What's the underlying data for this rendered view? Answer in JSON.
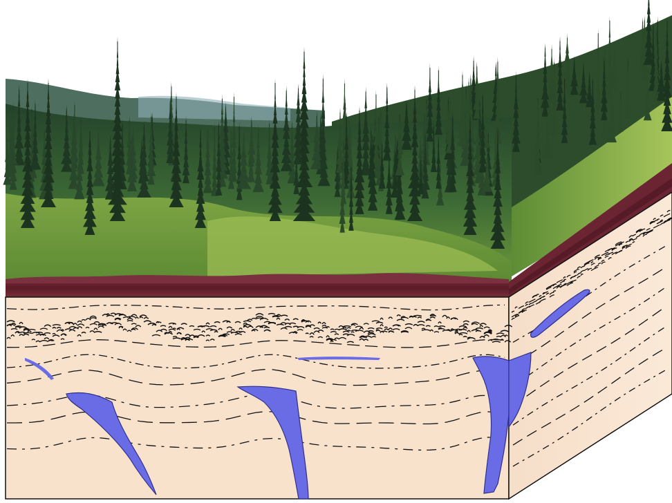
{
  "diagram": {
    "kind": "permafrost-ice-wedge-block-diagram",
    "labels": [],
    "colors": {
      "sky": "#ffffff",
      "far_hill": "#5e7e74",
      "forest_dark": "#1f3a26",
      "forest_mid": "#355d32",
      "grass_light": "#7fa23e",
      "grass_bright": "#a9c659",
      "organic_layer": "#6b2230",
      "organic_dark": "#4a1620",
      "soil": "#f8e2cc",
      "ice": "#6a6ce6",
      "ice_outline": "#2f2f8a",
      "ink": "#111111"
    },
    "ice_wedges": [
      {
        "name": "ice-wedge-left"
      },
      {
        "name": "ice-wedge-center"
      },
      {
        "name": "ice-wedge-right"
      },
      {
        "name": "ice-wedge-side-face"
      },
      {
        "name": "ice-lens-shallow"
      }
    ]
  }
}
